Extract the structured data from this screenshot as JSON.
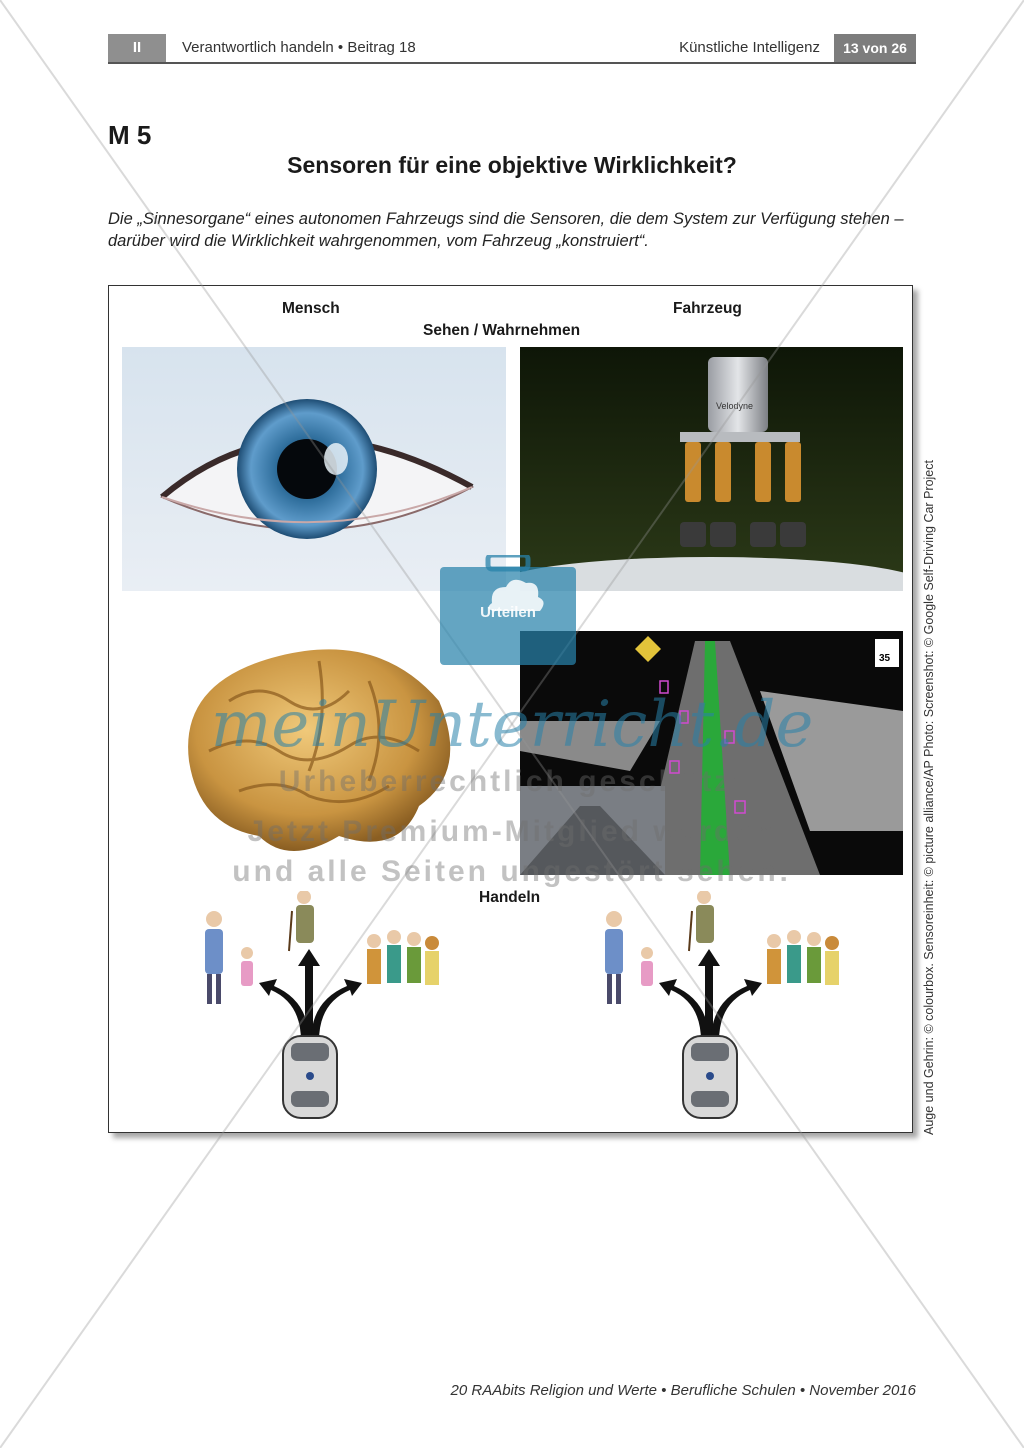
{
  "header": {
    "section": "II",
    "left": "Verantwortlich handeln • Beitrag 18",
    "right": "Künstliche Intelligenz",
    "page": "13 von 26"
  },
  "material_number": "M 5",
  "title": "Sensoren für eine objektive Wirklichkeit?",
  "intro": "Die „Sinnesorgane“ eines autonomen Fahrzeugs sind die Sensoren, die dem System zur Verfügung stehen – darüber wird die Wirklichkeit wahrgenommen, vom Fahrzeug „konstruiert“.",
  "figure": {
    "col_left": "Mensch",
    "col_right": "Fahrzeug",
    "row_see": "Sehen / Wahrnehmen",
    "row_act": "Handeln",
    "sensor_brand": "Velodyne",
    "speed_limit": "35"
  },
  "credit": "Auge und Gehrin: © colourbox. Sensoreinheit: © picture alliance/AP Photo: Screenshot: © Google Self-Driving Car Project",
  "watermark": {
    "badge": "Urteilen",
    "script": "meinUnterricht.de",
    "line1": "Urheberrechtlich geschützt",
    "line2": "Jetzt Premium-Mitglied werden",
    "line3": "und alle Seiten ungestört sehen!"
  },
  "footer": "20 RAAbits Religion und Werte • Berufliche Schulen • November 2016",
  "colors": {
    "header_gray": "#8f8f8f",
    "watermark_blue": "#2a82aa"
  }
}
